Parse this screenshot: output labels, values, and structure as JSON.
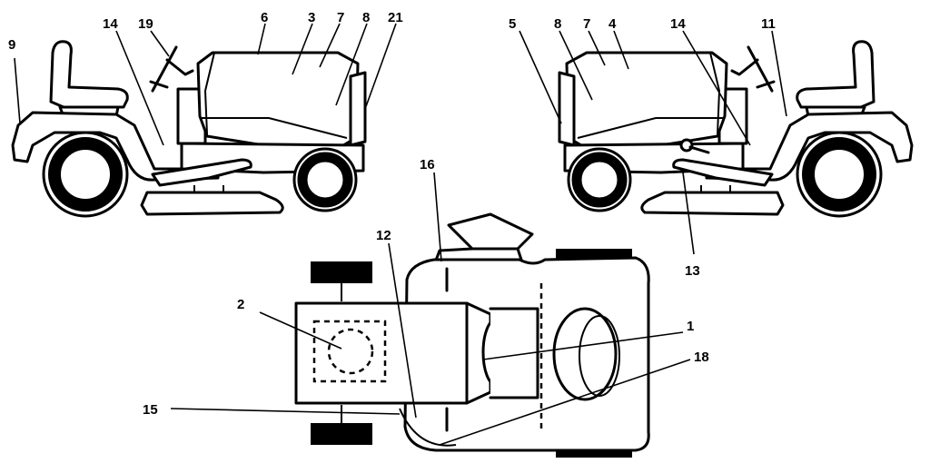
{
  "callouts": {
    "left": {
      "n9": "9",
      "n14": "14",
      "n19": "19",
      "n6": "6",
      "n3": "3",
      "n7": "7",
      "n8": "8",
      "n21": "21"
    },
    "right": {
      "n5": "5",
      "n8": "8",
      "n7": "7",
      "n4": "4",
      "n14": "14",
      "n11": "11",
      "n13": "13"
    },
    "top": {
      "n16": "16",
      "n12": "12",
      "n2": "2",
      "n1": "1",
      "n18": "18",
      "n15": "15"
    }
  }
}
